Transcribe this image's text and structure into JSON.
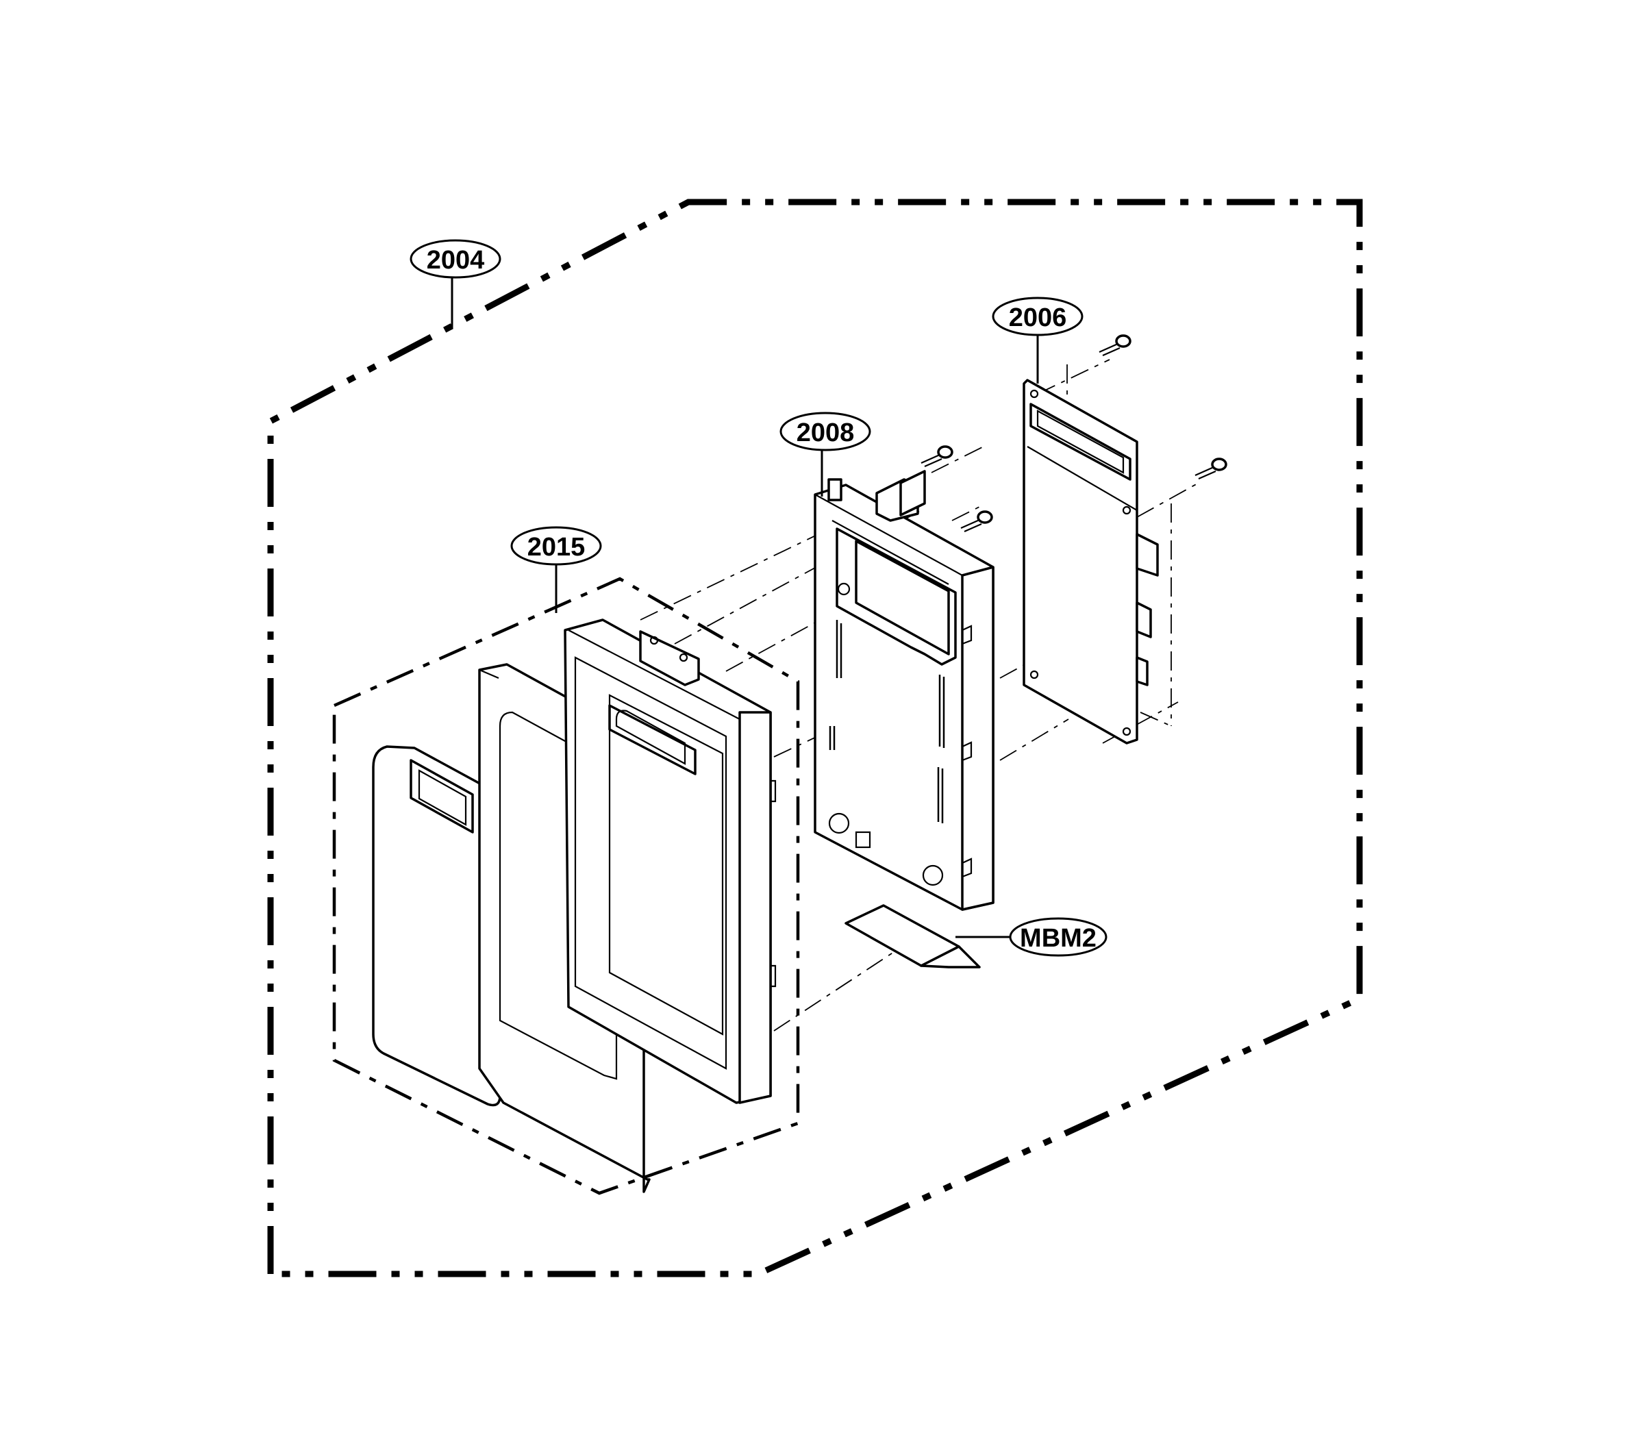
{
  "callouts": [
    {
      "id": "2004",
      "label": "2004"
    },
    {
      "id": "2006",
      "label": "2006"
    },
    {
      "id": "2008",
      "label": "2008"
    },
    {
      "id": "2015",
      "label": "2015"
    },
    {
      "id": "MBM2",
      "label": "MBM2"
    }
  ]
}
